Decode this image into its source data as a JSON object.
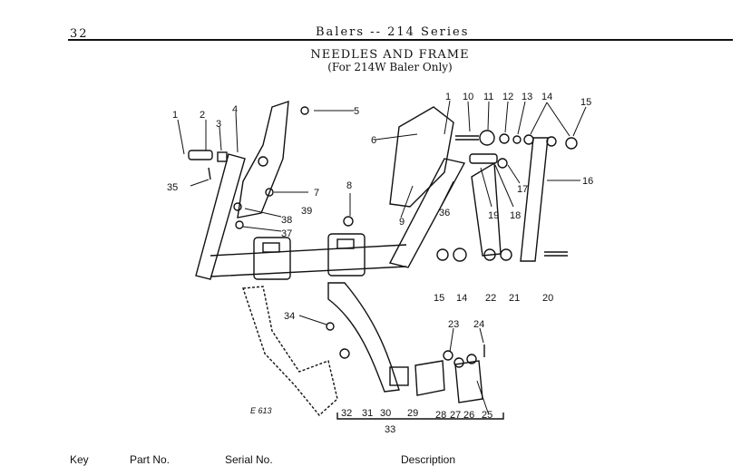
{
  "page": {
    "number": "32",
    "running_head": "Balers -- 214 Series",
    "title": "NEEDLES AND FRAME",
    "subtitle": "(For 214W Baler Only)",
    "figure_code": "E 613"
  },
  "callouts": [
    "1",
    "2",
    "3",
    "4",
    "5",
    "6",
    "7",
    "8",
    "9",
    "10",
    "11",
    "12",
    "13",
    "14",
    "15",
    "16",
    "17",
    "18",
    "19",
    "20",
    "21",
    "22",
    "23",
    "24",
    "25",
    "26",
    "27",
    "28",
    "29",
    "30",
    "31",
    "32",
    "33",
    "34",
    "35",
    "36",
    "37",
    "38",
    "39"
  ],
  "table_headers": {
    "key": "Key",
    "part_no": "Part No.",
    "serial_no": "Serial No.",
    "description": "Description"
  }
}
